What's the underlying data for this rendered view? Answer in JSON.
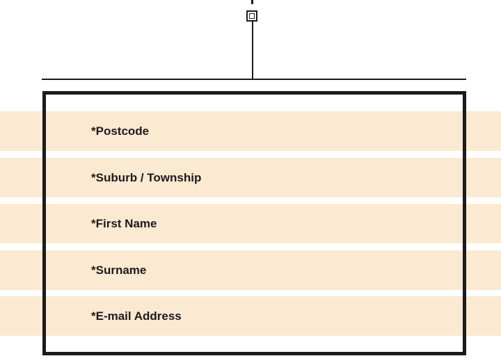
{
  "form": {
    "fields": [
      {
        "label": "*Postcode"
      },
      {
        "label": "*Suburb / Township"
      },
      {
        "label": "*First Name"
      },
      {
        "label": "*Surname"
      },
      {
        "label": "*E-mail Address"
      }
    ]
  },
  "colors": {
    "stripe": "#fbe9d2",
    "line": "#1b1b1b",
    "background": "#ffffff"
  },
  "icons": [
    "connector-node-icon"
  ]
}
